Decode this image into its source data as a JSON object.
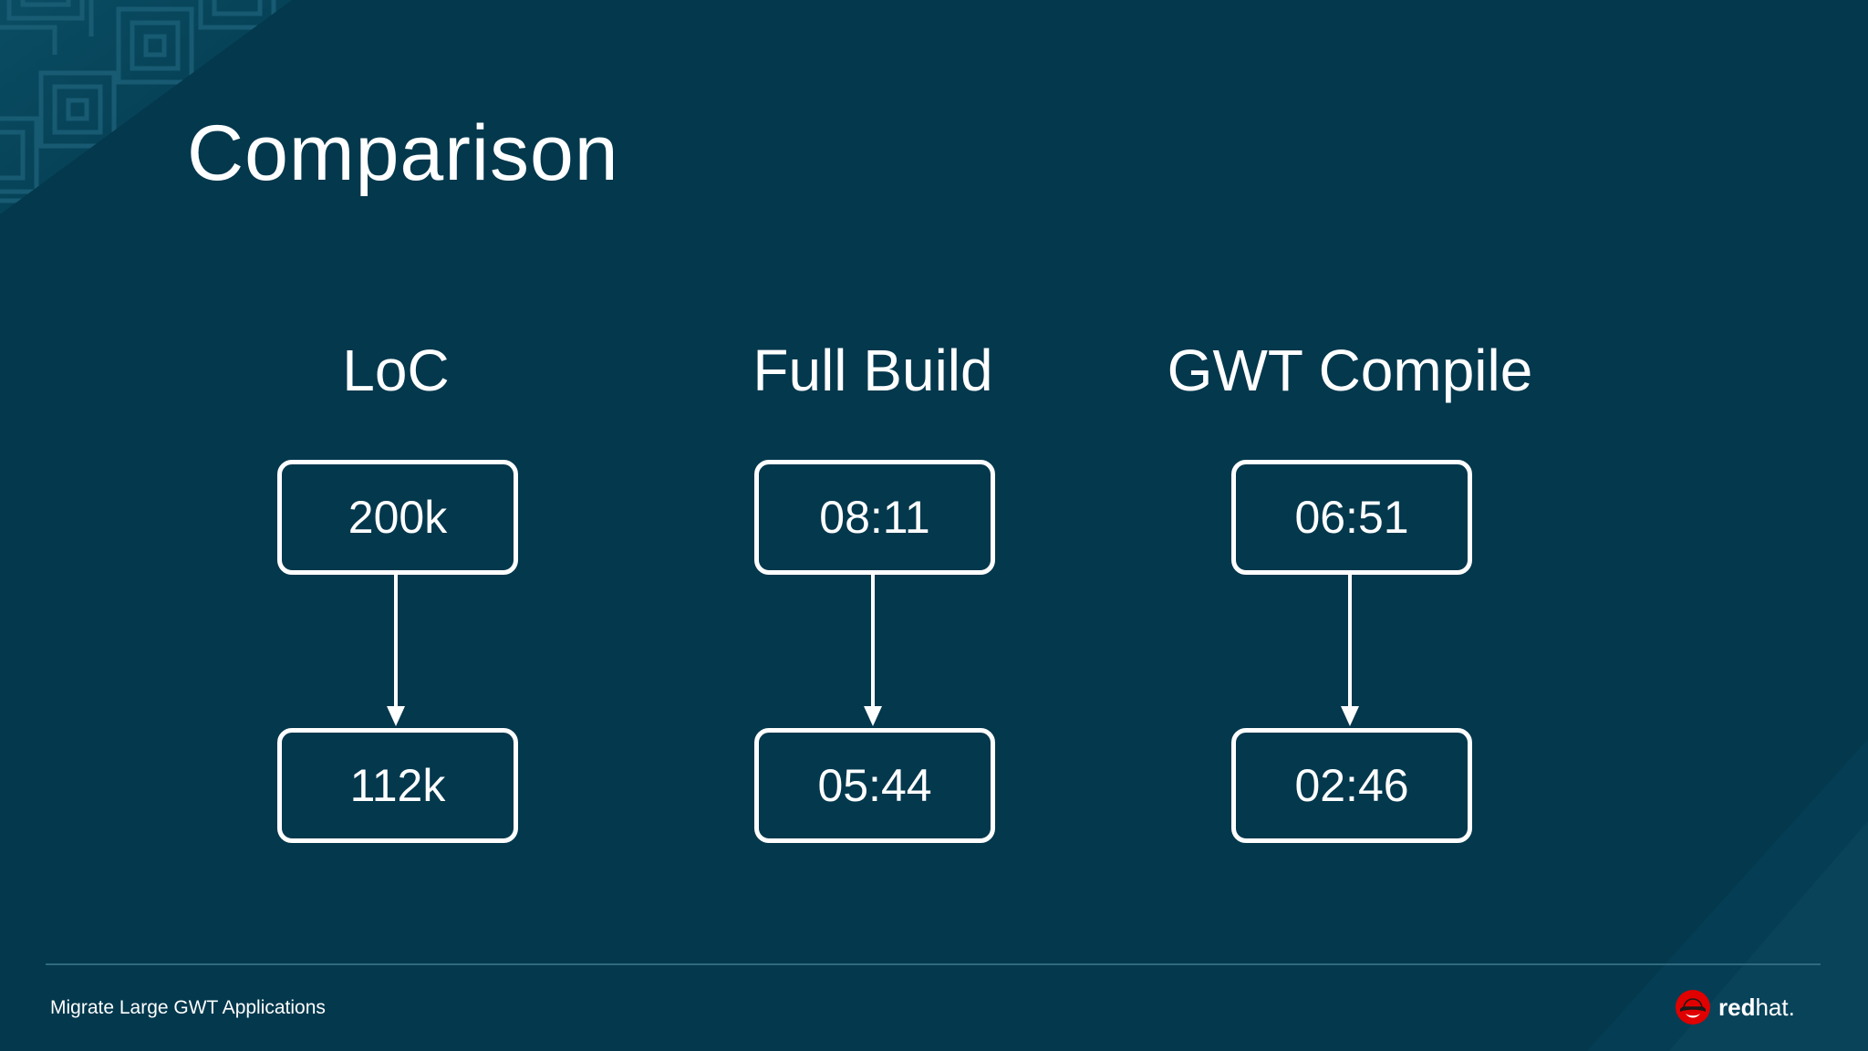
{
  "slide": {
    "title": "Comparison",
    "footer": "Migrate Large GWT Applications",
    "logo": {
      "name": "redhat-logo",
      "word_bold": "red",
      "word_light": "hat."
    }
  },
  "columns": [
    {
      "heading": "LoC",
      "before": "200k",
      "after": "112k"
    },
    {
      "heading": "Full Build",
      "before": "08:11",
      "after": "05:44"
    },
    {
      "heading": "GWT Compile",
      "before": "06:51",
      "after": "02:46"
    }
  ],
  "colors": {
    "background": "#03384d",
    "foreground": "#ffffff",
    "brand_red": "#e00000"
  }
}
